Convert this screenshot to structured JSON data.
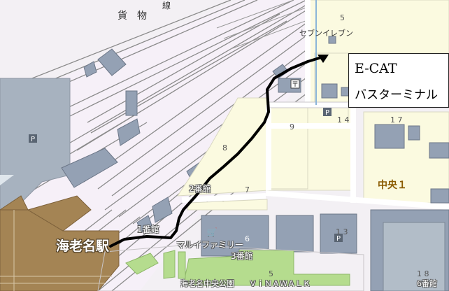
{
  "map": {
    "callout": {
      "line1": "E-CAT",
      "line2": "バスターミナル"
    },
    "labels": {
      "freight": "貨　物",
      "freight_tail": "線",
      "seven_eleven": "セブンイレブン",
      "station": "海老名駅",
      "building1": "1番館",
      "building2": "2番館",
      "building3": "3番館",
      "marui": "マルイファミリー",
      "park": "海老名中央公園",
      "vinawalk": "ＶｉＮＡＷＡＬＫ",
      "chuo": "中央１",
      "building6": "6番館"
    },
    "numbers": {
      "n5": "5",
      "n14": "1 4",
      "n17": "1 7",
      "n9": "9",
      "n8": "8",
      "n7": "7",
      "n6": "6",
      "n13": "1 3",
      "n15": "5",
      "n18": "1 8"
    },
    "parking_symbol": "P",
    "colors": {
      "route": "#000000",
      "station": "#a48454",
      "park": "#b5dc8e",
      "building": "#94a1b4",
      "block": "#fbfae0",
      "ground": "#f3f0f4"
    },
    "icons": [
      "route-arrow",
      "parking-icon",
      "shop-icon",
      "post-office-icon"
    ]
  }
}
